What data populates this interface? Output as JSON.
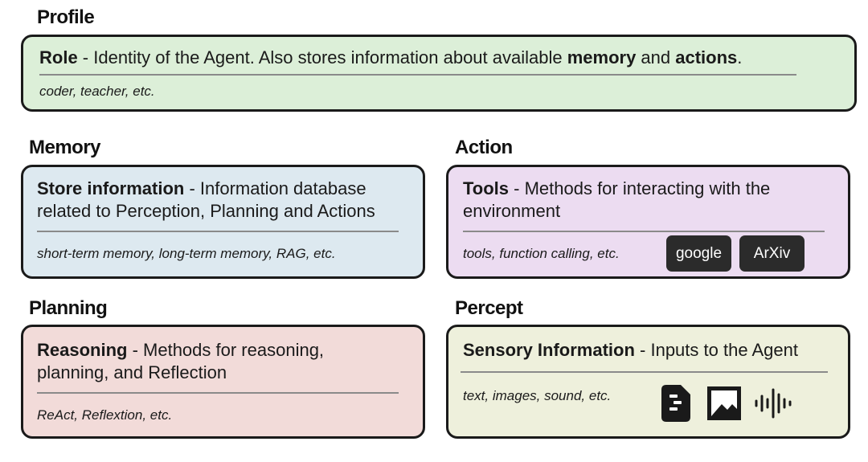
{
  "profile": {
    "title": "Profile",
    "role_label": "Role",
    "role_text_1": " - Identity of the Agent. Also stores information about available ",
    "role_memory": "memory",
    "role_and": " and ",
    "role_actions": "actions",
    "role_end": ".",
    "examples": "coder, teacher, etc."
  },
  "memory": {
    "title": "Memory",
    "label": "Store information",
    "text": " - Information database related to Perception, Planning and Actions",
    "examples": "short-term memory, long-term memory, RAG, etc."
  },
  "action": {
    "title": "Action",
    "label": "Tools",
    "text": " - Methods for interacting with the environment",
    "examples": "tools, function calling, etc.",
    "chips": [
      "google",
      "ArXiv"
    ]
  },
  "planning": {
    "title": "Planning",
    "label": "Reasoning",
    "text": " - Methods for reasoning, planning, and Reflection",
    "examples": "ReAct, Reflextion, etc."
  },
  "percept": {
    "title": "Percept",
    "label": "Sensory Information",
    "text": " - Inputs to the Agent",
    "examples": "text, images, sound, etc.",
    "icons": [
      "document-icon",
      "image-icon",
      "sound-wave-icon"
    ]
  },
  "colors": {
    "profile_bg": "#dcefd8",
    "memory_bg": "#dde9f0",
    "action_bg": "#ecdcf1",
    "planning_bg": "#f2dbd9",
    "percept_bg": "#eef0dc",
    "chip_bg": "#2b2b2b"
  }
}
